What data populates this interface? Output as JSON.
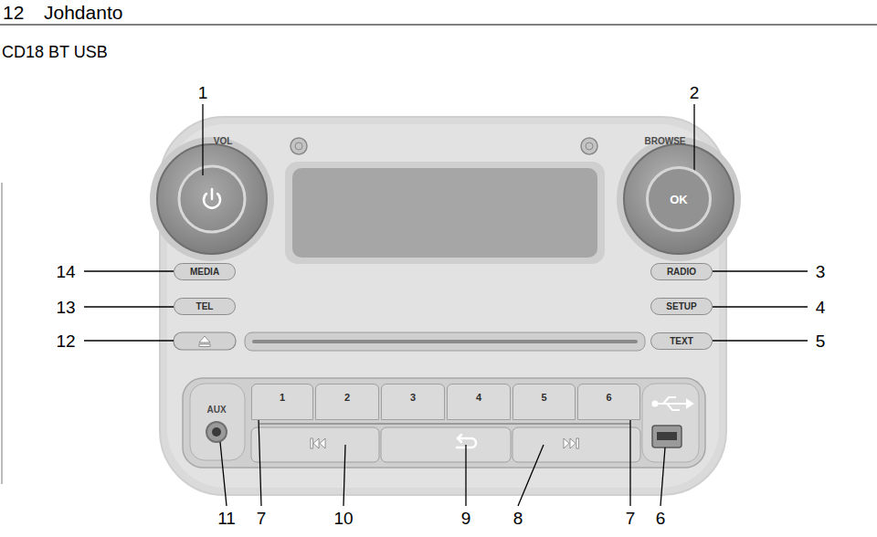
{
  "diagram": {
    "title": "CD18 BT USB",
    "nodes": [
      {
        "text": [
          "OK"
        ]
      },
      {
        "text": [
          "MEDIA"
        ]
      },
      {
        "text": [
          "RADIO"
        ]
      },
      {
        "text": [
          "TEL"
        ]
      },
      {
        "text": [
          "SETUP"
        ]
      },
      {
        "text": [
          "TEXT"
        ]
      },
      {
        "text": [
          "1"
        ]
      },
      {
        "text": [
          "2"
        ]
      },
      {
        "text": [
          "3"
        ]
      },
      {
        "text": [
          "4"
        ]
      },
      {
        "text": [
          "5"
        ]
      },
      {
        "text": [
          "6"
        ]
      }
    ],
    "labels": [
      "12",
      "Johdanto",
      "1",
      "2",
      "VOL",
      "BROWSE",
      "14",
      "3",
      "13",
      "4",
      "12",
      "5",
      "AUX",
      "11",
      "7",
      "10",
      "9",
      "8",
      "7",
      "6"
    ]
  }
}
